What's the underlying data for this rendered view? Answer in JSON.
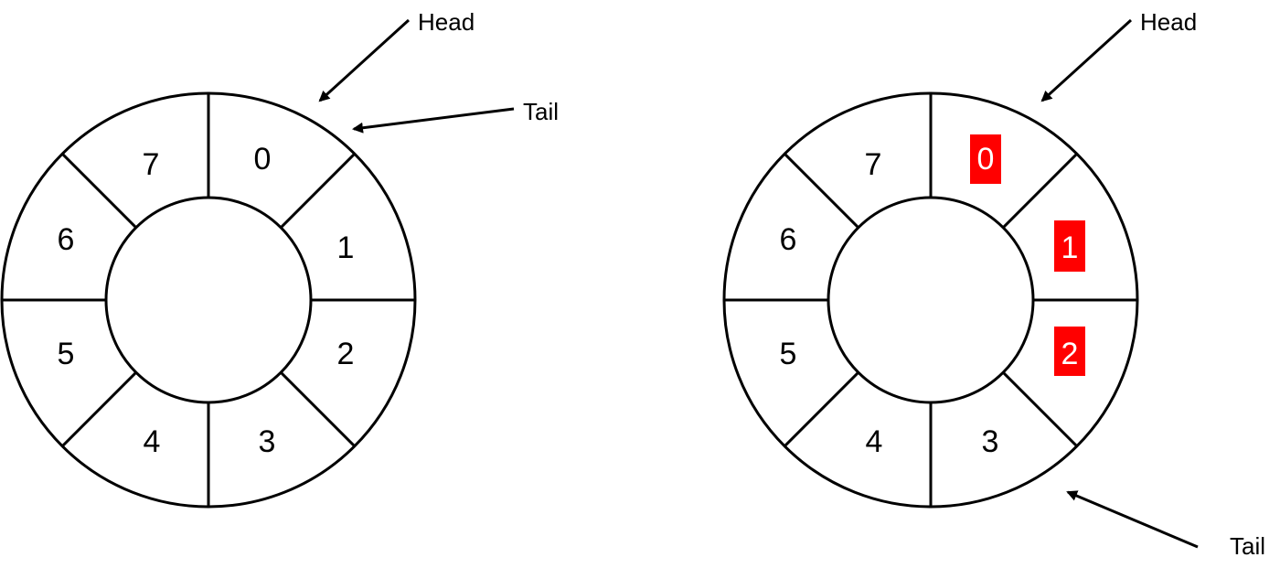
{
  "diagrams": [
    {
      "slots": [
        {
          "label": "0",
          "highlighted": false
        },
        {
          "label": "1",
          "highlighted": false
        },
        {
          "label": "2",
          "highlighted": false
        },
        {
          "label": "3",
          "highlighted": false
        },
        {
          "label": "4",
          "highlighted": false
        },
        {
          "label": "5",
          "highlighted": false
        },
        {
          "label": "6",
          "highlighted": false
        },
        {
          "label": "7",
          "highlighted": false
        }
      ],
      "head_label": "Head",
      "tail_label": "Tail"
    },
    {
      "slots": [
        {
          "label": "0",
          "highlighted": true
        },
        {
          "label": "1",
          "highlighted": true
        },
        {
          "label": "2",
          "highlighted": true
        },
        {
          "label": "3",
          "highlighted": false
        },
        {
          "label": "4",
          "highlighted": false
        },
        {
          "label": "5",
          "highlighted": false
        },
        {
          "label": "6",
          "highlighted": false
        },
        {
          "label": "7",
          "highlighted": false
        }
      ],
      "head_label": "Head",
      "tail_label": "Tail"
    }
  ],
  "colors": {
    "highlight": "#ff0000",
    "stroke": "#000000",
    "background": "#ffffff"
  }
}
